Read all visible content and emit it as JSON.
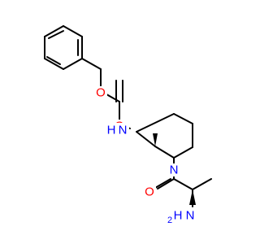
{
  "molecule": {
    "atoms": {
      "o_ester": "O",
      "o_carbonyl_1": "O",
      "nh": "N",
      "nh_h": "H",
      "n_ring": "N",
      "o_carbonyl_2": "O",
      "nh2_h": "H",
      "nh2_n": "N",
      "nh2_sub": "2"
    }
  },
  "colors": {
    "bond": "#000000",
    "oxygen": "#ff0000",
    "nitrogen": "#0000ff"
  }
}
